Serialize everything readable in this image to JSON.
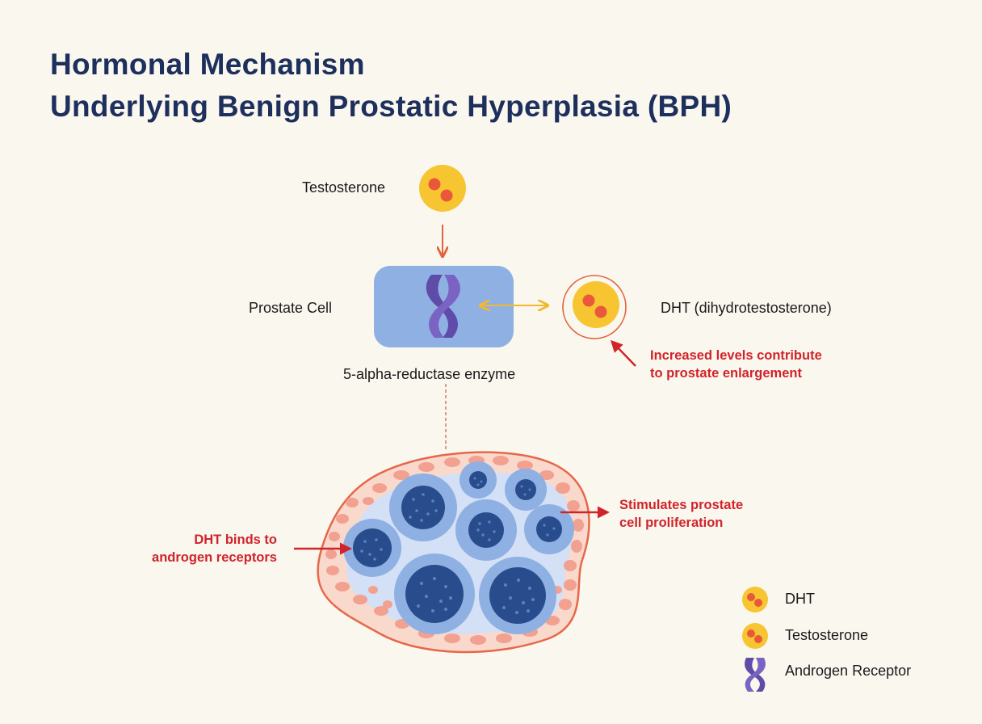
{
  "title": {
    "line1": "Hormonal Mechanism",
    "line2": "Underlying Benign Prostatic Hyperplasia (BPH)"
  },
  "labels": {
    "testosterone": "Testosterone",
    "prostate_cell": "Prostate Cell",
    "enzyme": "5-alpha-reductase enzyme",
    "dht": "DHT (dihydrotestosterone)"
  },
  "annotations": {
    "increased_levels": {
      "line1": "Increased levels contribute",
      "line2": "to prostate enlargement"
    },
    "stimulates": {
      "line1": "Stimulates prostate",
      "line2": "cell proliferation"
    },
    "binds": {
      "line1": "DHT binds to",
      "line2": "androgen receptors"
    }
  },
  "legend": {
    "items": [
      {
        "label": "DHT",
        "icon": "dht-molecule-icon"
      },
      {
        "label": "Testosterone",
        "icon": "testosterone-molecule-icon"
      },
      {
        "label": "Androgen Receptor",
        "icon": "androgen-receptor-icon"
      }
    ]
  },
  "colors": {
    "title": "#1d2f5c",
    "annotation": "#d1232a",
    "molecule_yellow": "#f7c531",
    "molecule_dot": "#e9583a",
    "cell_blue": "#8fb0e2",
    "receptor_purple": "#5f4ba8",
    "tissue_outline": "#e7674a",
    "tissue_dots": "#f2a090",
    "nucleus_dark": "#294d8c"
  }
}
